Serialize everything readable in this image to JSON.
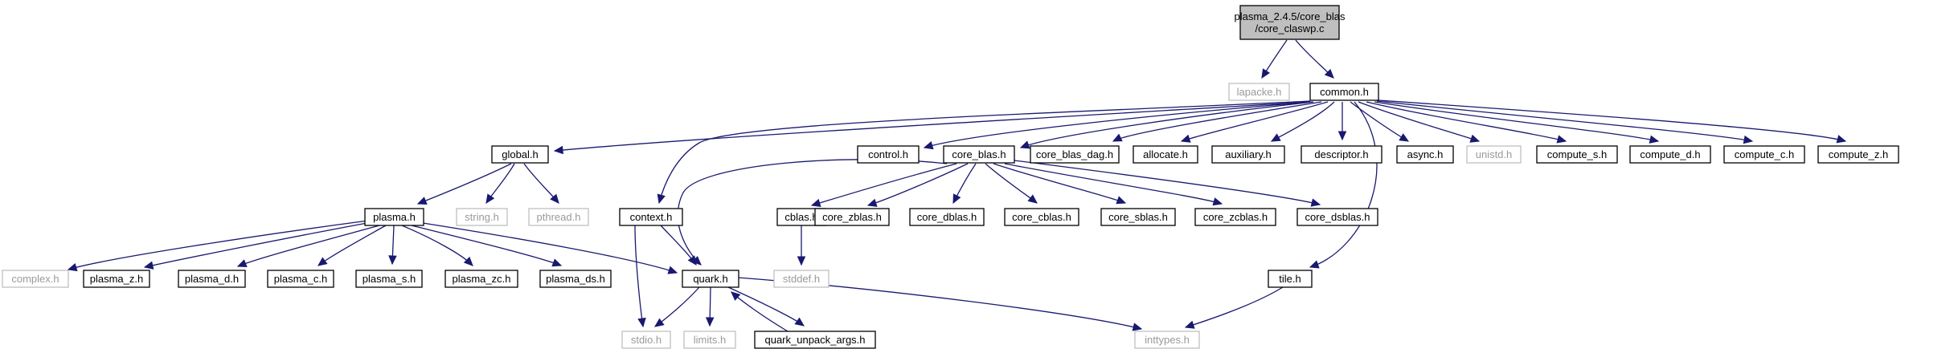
{
  "diagram": {
    "type": "include-dependency-graph",
    "colors": {
      "edge": "#191970",
      "root_fill": "#bfbfbf",
      "node_border": "#000000",
      "external_border": "#bfbfbf",
      "external_text": "#9a9a9a"
    },
    "nodes": [
      {
        "id": "root",
        "lines": [
          "plasma_2.4.5/core_blas",
          "/core_claswp.c"
        ],
        "kind": "root"
      },
      {
        "id": "lapacke_h",
        "lines": [
          "lapacke.h"
        ],
        "kind": "external"
      },
      {
        "id": "common_h",
        "lines": [
          "common.h"
        ],
        "kind": "normal"
      },
      {
        "id": "global_h",
        "lines": [
          "global.h"
        ],
        "kind": "normal"
      },
      {
        "id": "control_h",
        "lines": [
          "control.h"
        ],
        "kind": "normal"
      },
      {
        "id": "core_blas_h",
        "lines": [
          "core_blas.h"
        ],
        "kind": "normal"
      },
      {
        "id": "core_blas_dag_h",
        "lines": [
          "core_blas_dag.h"
        ],
        "kind": "normal"
      },
      {
        "id": "allocate_h",
        "lines": [
          "allocate.h"
        ],
        "kind": "normal"
      },
      {
        "id": "auxiliary_h",
        "lines": [
          "auxiliary.h"
        ],
        "kind": "normal"
      },
      {
        "id": "descriptor_h",
        "lines": [
          "descriptor.h"
        ],
        "kind": "normal"
      },
      {
        "id": "async_h",
        "lines": [
          "async.h"
        ],
        "kind": "normal"
      },
      {
        "id": "unistd_h",
        "lines": [
          "unistd.h"
        ],
        "kind": "external"
      },
      {
        "id": "compute_s_h",
        "lines": [
          "compute_s.h"
        ],
        "kind": "normal"
      },
      {
        "id": "compute_d_h",
        "lines": [
          "compute_d.h"
        ],
        "kind": "normal"
      },
      {
        "id": "compute_c_h",
        "lines": [
          "compute_c.h"
        ],
        "kind": "normal"
      },
      {
        "id": "compute_z_h",
        "lines": [
          "compute_z.h"
        ],
        "kind": "normal"
      },
      {
        "id": "plasma_h",
        "lines": [
          "plasma.h"
        ],
        "kind": "normal"
      },
      {
        "id": "string_h",
        "lines": [
          "string.h"
        ],
        "kind": "external"
      },
      {
        "id": "pthread_h",
        "lines": [
          "pthread.h"
        ],
        "kind": "external"
      },
      {
        "id": "context_h",
        "lines": [
          "context.h"
        ],
        "kind": "normal"
      },
      {
        "id": "cblas_h",
        "lines": [
          "cblas.h"
        ],
        "kind": "normal"
      },
      {
        "id": "core_zblas_h",
        "lines": [
          "core_zblas.h"
        ],
        "kind": "normal"
      },
      {
        "id": "core_dblas_h",
        "lines": [
          "core_dblas.h"
        ],
        "kind": "normal"
      },
      {
        "id": "core_cblas_h",
        "lines": [
          "core_cblas.h"
        ],
        "kind": "normal"
      },
      {
        "id": "core_sblas_h",
        "lines": [
          "core_sblas.h"
        ],
        "kind": "normal"
      },
      {
        "id": "core_zcblas_h",
        "lines": [
          "core_zcblas.h"
        ],
        "kind": "normal"
      },
      {
        "id": "core_dsblas_h",
        "lines": [
          "core_dsblas.h"
        ],
        "kind": "normal"
      },
      {
        "id": "stddef_h",
        "lines": [
          "stddef.h"
        ],
        "kind": "external"
      },
      {
        "id": "tile_h",
        "lines": [
          "tile.h"
        ],
        "kind": "normal"
      },
      {
        "id": "complex_h",
        "lines": [
          "complex.h"
        ],
        "kind": "external"
      },
      {
        "id": "plasma_z_h",
        "lines": [
          "plasma_z.h"
        ],
        "kind": "normal"
      },
      {
        "id": "plasma_d_h",
        "lines": [
          "plasma_d.h"
        ],
        "kind": "normal"
      },
      {
        "id": "plasma_c_h",
        "lines": [
          "plasma_c.h"
        ],
        "kind": "normal"
      },
      {
        "id": "plasma_s_h",
        "lines": [
          "plasma_s.h"
        ],
        "kind": "normal"
      },
      {
        "id": "plasma_zc_h",
        "lines": [
          "plasma_zc.h"
        ],
        "kind": "normal"
      },
      {
        "id": "plasma_ds_h",
        "lines": [
          "plasma_ds.h"
        ],
        "kind": "normal"
      },
      {
        "id": "quark_h",
        "lines": [
          "quark.h"
        ],
        "kind": "normal"
      },
      {
        "id": "stdio_h",
        "lines": [
          "stdio.h"
        ],
        "kind": "external"
      },
      {
        "id": "limits_h",
        "lines": [
          "limits.h"
        ],
        "kind": "external"
      },
      {
        "id": "quark_unpack_args_h",
        "lines": [
          "quark_unpack_args.h"
        ],
        "kind": "normal"
      },
      {
        "id": "inttypes_h",
        "lines": [
          "inttypes.h"
        ],
        "kind": "external"
      }
    ],
    "edges": [
      [
        "root",
        "lapacke_h"
      ],
      [
        "root",
        "common_h"
      ],
      [
        "common_h",
        "global_h"
      ],
      [
        "common_h",
        "context_h"
      ],
      [
        "common_h",
        "control_h"
      ],
      [
        "common_h",
        "core_blas_h"
      ],
      [
        "common_h",
        "core_blas_dag_h"
      ],
      [
        "common_h",
        "allocate_h"
      ],
      [
        "common_h",
        "auxiliary_h"
      ],
      [
        "common_h",
        "descriptor_h"
      ],
      [
        "common_h",
        "tile_h"
      ],
      [
        "common_h",
        "async_h"
      ],
      [
        "common_h",
        "unistd_h"
      ],
      [
        "common_h",
        "compute_s_h"
      ],
      [
        "common_h",
        "compute_d_h"
      ],
      [
        "common_h",
        "compute_c_h"
      ],
      [
        "common_h",
        "compute_z_h"
      ],
      [
        "global_h",
        "plasma_h"
      ],
      [
        "global_h",
        "string_h"
      ],
      [
        "global_h",
        "pthread_h"
      ],
      [
        "plasma_h",
        "complex_h"
      ],
      [
        "plasma_h",
        "plasma_z_h"
      ],
      [
        "plasma_h",
        "plasma_d_h"
      ],
      [
        "plasma_h",
        "plasma_c_h"
      ],
      [
        "plasma_h",
        "plasma_s_h"
      ],
      [
        "plasma_h",
        "plasma_zc_h"
      ],
      [
        "plasma_h",
        "plasma_ds_h"
      ],
      [
        "plasma_h",
        "quark_h"
      ],
      [
        "context_h",
        "quark_h"
      ],
      [
        "context_h",
        "stdio_h"
      ],
      [
        "core_blas_h",
        "cblas_h"
      ],
      [
        "core_blas_h",
        "core_zblas_h"
      ],
      [
        "core_blas_h",
        "core_dblas_h"
      ],
      [
        "core_blas_h",
        "core_cblas_h"
      ],
      [
        "core_blas_h",
        "core_sblas_h"
      ],
      [
        "core_blas_h",
        "core_zcblas_h"
      ],
      [
        "core_blas_h",
        "core_dsblas_h"
      ],
      [
        "core_blas_h",
        "quark_h"
      ],
      [
        "cblas_h",
        "stddef_h"
      ],
      [
        "tile_h",
        "inttypes_h"
      ],
      [
        "quark_h",
        "stdio_h"
      ],
      [
        "quark_h",
        "limits_h"
      ],
      [
        "quark_h",
        "quark_unpack_args_h"
      ],
      [
        "quark_h",
        "inttypes_h"
      ],
      [
        "quark_unpack_args_h",
        "quark_h"
      ]
    ]
  }
}
